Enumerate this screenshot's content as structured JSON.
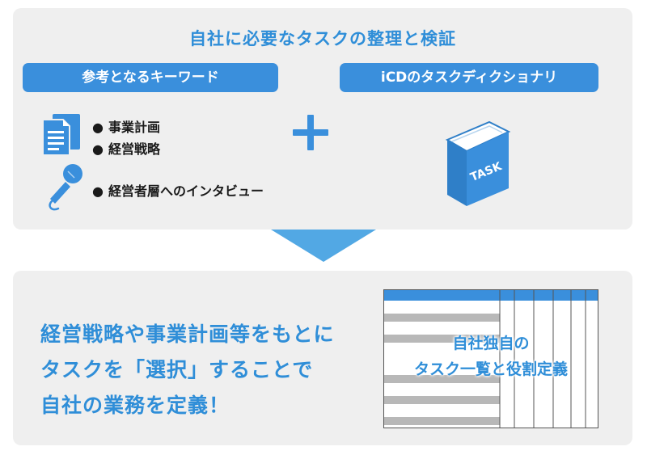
{
  "top": {
    "title": "自社に必要なタスクの整理と検証",
    "left_pill": "参考となるキーワード",
    "right_pill": "iCDのタスクディクショナリ",
    "bullets": [
      "事業計画",
      "経営戦略",
      "経営者層へのインタビュー"
    ],
    "bullet_mark": "●",
    "book_label": "TASK"
  },
  "bottom": {
    "statement_lines": [
      "経営戦略や事業計画等をもとに",
      "タスクを「選択」することで",
      "自社の業務を定義！"
    ],
    "table_label_lines": [
      "自社独自の",
      "タスク一覧と役割定義"
    ]
  },
  "colors": {
    "accent": "#3a8fdc",
    "panel": "#efefef",
    "title": "#2f8ed8",
    "table_stripe": "#b8b8b8"
  }
}
